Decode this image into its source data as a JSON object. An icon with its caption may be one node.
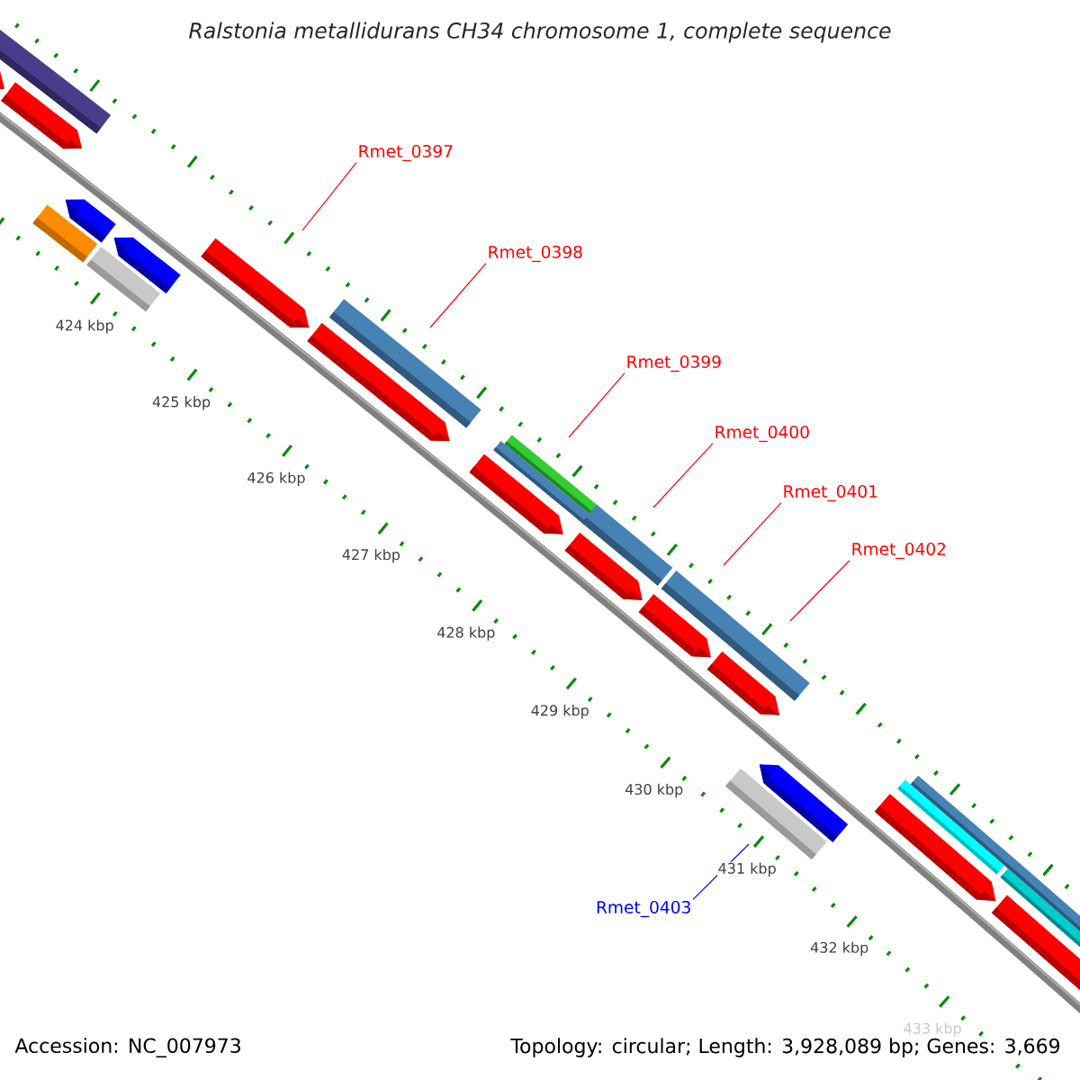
{
  "diagram": {
    "title": "Ralstonia metallidurans CH34 chromosome 1, complete sequence",
    "nodes": [
      {
        "text": [
          "Rmet_0397"
        ]
      },
      {
        "text": [
          "Rmet_0398"
        ]
      },
      {
        "text": [
          "Rmet_0399"
        ]
      },
      {
        "text": [
          "Rmet_0400"
        ]
      },
      {
        "text": [
          "Rmet_0401"
        ]
      },
      {
        "text": [
          "Rmet_0402"
        ]
      },
      {
        "text": [
          "Rmet_0403"
        ]
      }
    ],
    "edges": [
      {
        "from": 0,
        "to": null,
        "arrow": "none"
      },
      {
        "from": 1,
        "to": null,
        "arrow": "none"
      },
      {
        "from": 2,
        "to": null,
        "arrow": "none"
      },
      {
        "from": 3,
        "to": null,
        "arrow": "none"
      },
      {
        "from": 4,
        "to": null,
        "arrow": "none"
      },
      {
        "from": 5,
        "to": null,
        "arrow": "none"
      },
      {
        "from": 6,
        "to": null,
        "arrow": "none",
        "color": "#0000ff"
      }
    ],
    "labels": [
      "424 kbp",
      "425 kbp",
      "426 kbp",
      "427 kbp",
      "428 kbp",
      "429 kbp",
      "430 kbp",
      "431 kbp",
      "432 kbp",
      "433 kbp",
      "Accession: NC_007973",
      "Topology: circular; Length: 3,928,089 bp; Genes: 3,669"
    ]
  }
}
